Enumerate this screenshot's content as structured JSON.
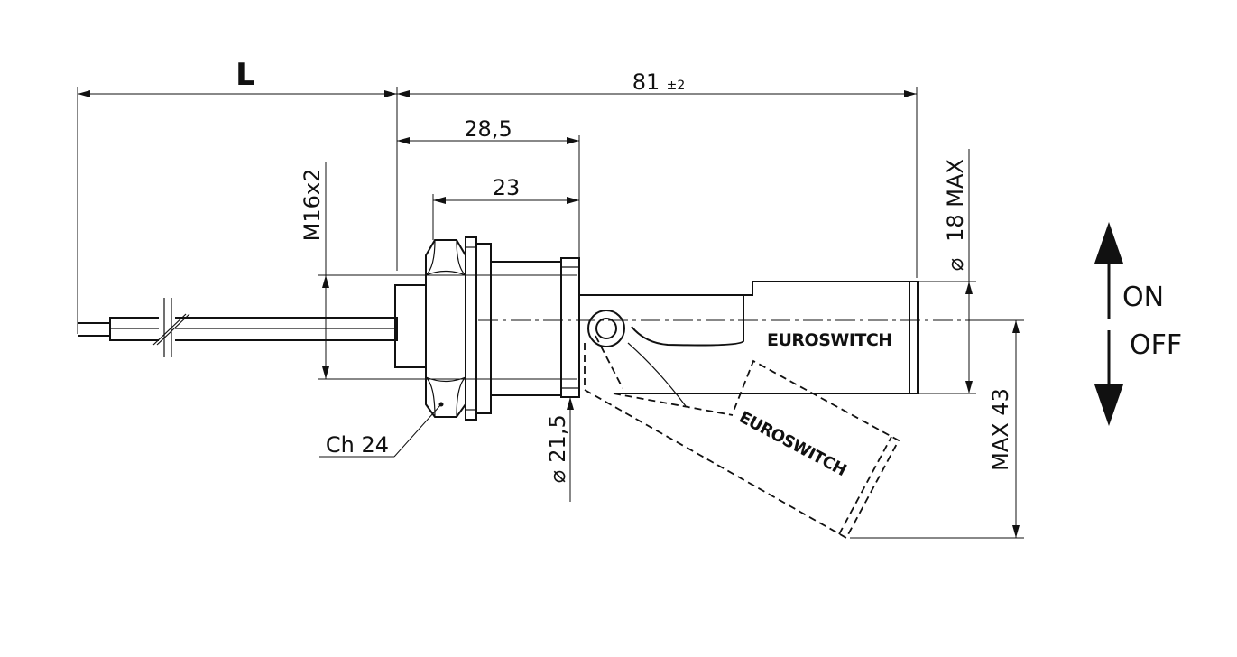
{
  "dimensions": {
    "length_label": "L",
    "overall_value": "81",
    "overall_tolerance": "±2",
    "thread_length": "28,5",
    "body_length": "23",
    "thread_spec": "M16x2",
    "hex_size": "Ch 24",
    "flange_diameter_symbol": "⌀",
    "flange_diameter_value": "21,5",
    "float_diameter_symbol": "⌀",
    "float_diameter_value": "18 MAX",
    "swing_height": "MAX 43"
  },
  "brand": {
    "upper_float": "EUROSWITCH",
    "lower_float": "EUROSWITCH"
  },
  "states": {
    "up_label": "ON",
    "down_label": "OFF"
  }
}
